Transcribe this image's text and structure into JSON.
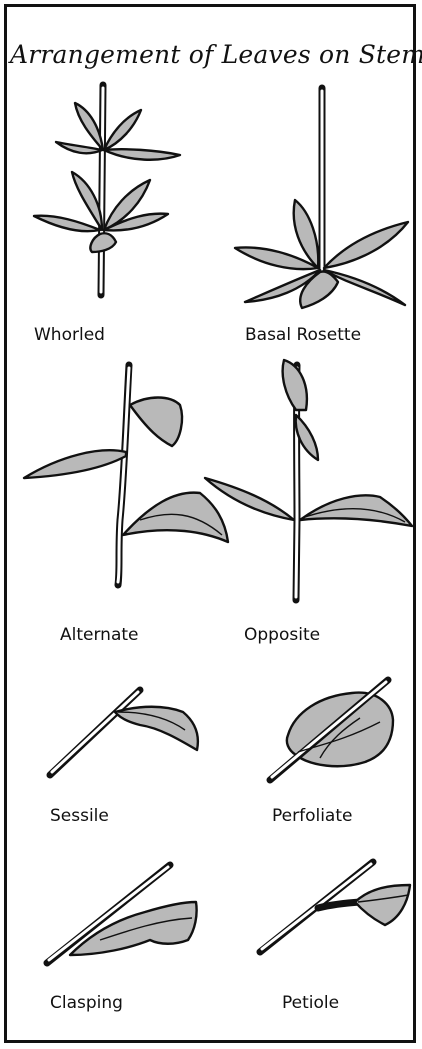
{
  "title": "Arrangement of Leaves on Stem",
  "items": [
    {
      "label": "Whorled"
    },
    {
      "label": "Basal Rosette"
    },
    {
      "label": "Alternate"
    },
    {
      "label": "Opposite"
    },
    {
      "label": "Sessile"
    },
    {
      "label": "Perfoliate"
    },
    {
      "label": "Clasping"
    },
    {
      "label": "Petiole"
    }
  ]
}
